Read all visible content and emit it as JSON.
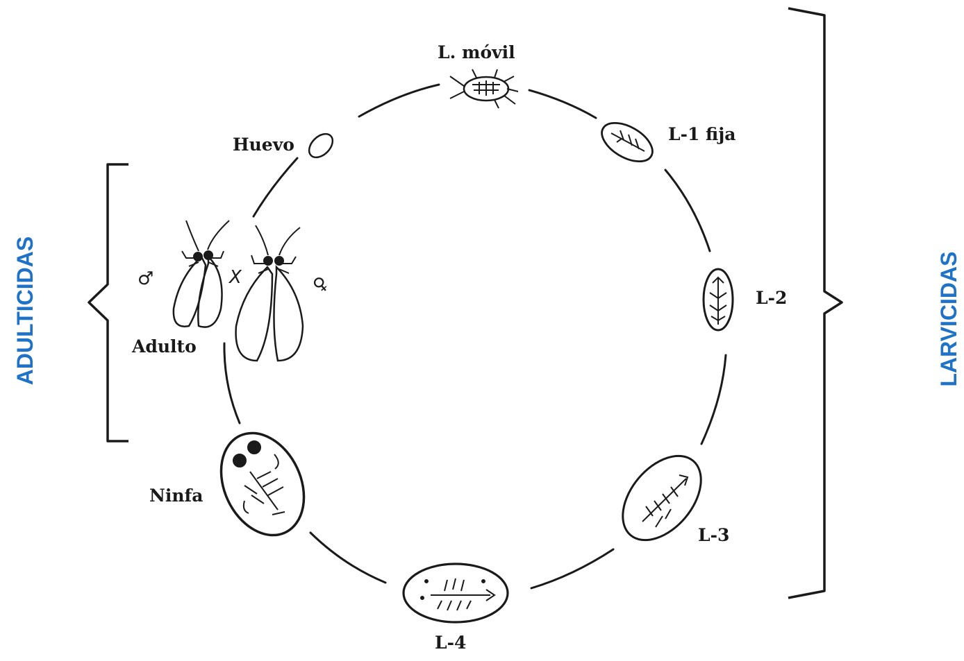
{
  "colors": {
    "accent": "#1e73c8",
    "ink": "#1a1a1a"
  },
  "cycle": {
    "stages": {
      "huevo": "Huevo",
      "l_movil": "L. móvil",
      "l1": "L-1 fija",
      "l2": "L-2",
      "l3": "L-3",
      "l4": "L-4",
      "ninfa": "Ninfa",
      "adulto": "Adulto"
    },
    "symbols": {
      "male": "♂",
      "cross": "X",
      "female": "♀"
    }
  },
  "groups": {
    "left": "ADULTICIDAS",
    "right": "LARVICIDAS"
  }
}
